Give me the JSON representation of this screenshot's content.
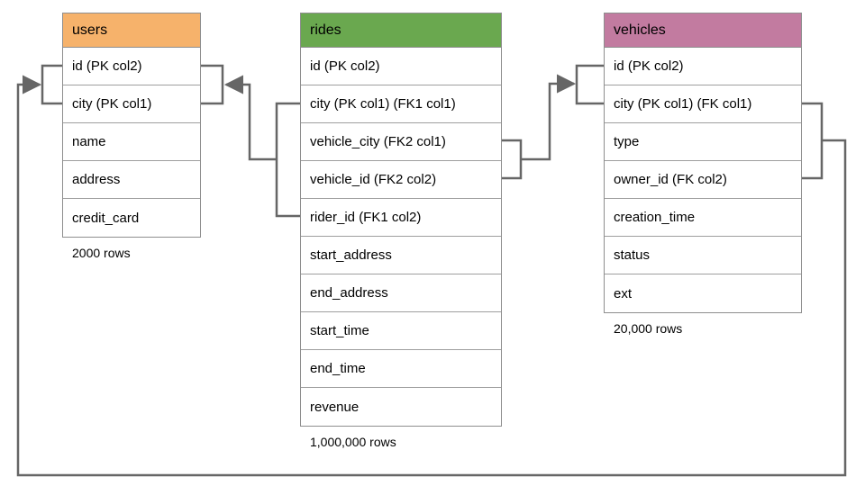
{
  "colors": {
    "users_header": "#F6B26B",
    "rides_header": "#6AA84F",
    "vehicles_header": "#C27BA0",
    "connector": "#666666",
    "cell_border": "#9e9e9e"
  },
  "tables": [
    {
      "name": "users",
      "header_color": "#F6B26B",
      "columns": [
        "id (PK col2)",
        "city (PK col1)",
        "name",
        "address",
        "credit_card"
      ],
      "row_count": "2000 rows"
    },
    {
      "name": "rides",
      "header_color": "#6AA84F",
      "columns": [
        "id (PK col2)",
        "city (PK col1) (FK1 col1)",
        "vehicle_city (FK2 col1)",
        "vehicle_id (FK2 col2)",
        "rider_id (FK1 col2)",
        "start_address",
        "end_address",
        "start_time",
        "end_time",
        "revenue"
      ],
      "row_count": "1,000,000 rows"
    },
    {
      "name": "vehicles",
      "header_color": "#C27BA0",
      "columns": [
        "id (PK col2)",
        "city (PK col1) (FK col1)",
        "type",
        "owner_id (FK col2)",
        "creation_time",
        "status",
        "ext"
      ],
      "row_count": "20,000 rows"
    }
  ],
  "relationships": [
    {
      "name": "rides FK1",
      "from": "rides (city, rider_id)",
      "to": "users (id, city)"
    },
    {
      "name": "rides FK2",
      "from": "rides (vehicle_city, vehicle_id)",
      "to": "vehicles (id, city)"
    },
    {
      "name": "vehicles FK",
      "from": "vehicles (city, owner_id)",
      "to": "users (id, city)"
    }
  ]
}
